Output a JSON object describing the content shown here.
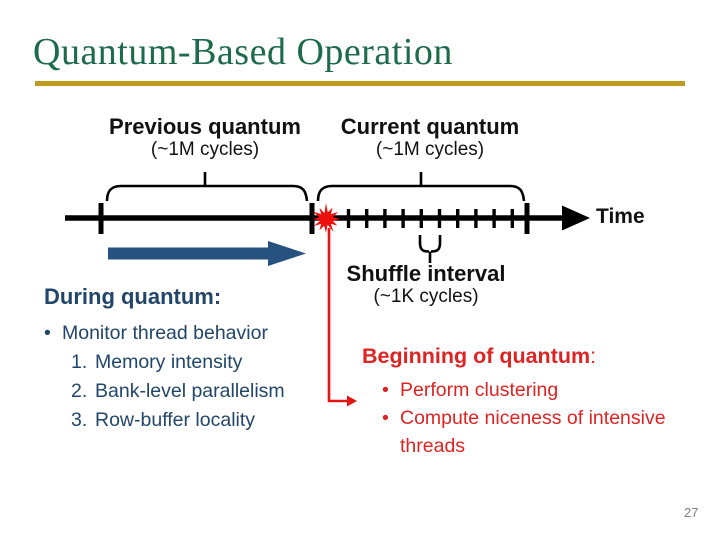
{
  "colors": {
    "title_green": "#1E6B4B",
    "underline_gold": "#C09A1E",
    "ink": "#111111",
    "navy": "#214669",
    "arrow_blue": "#27517E",
    "red": "#DD2423",
    "bright_red": "#EE0F0F",
    "connector_red": "#E31414",
    "page_gray": "#7F7F7F"
  },
  "title": "Quantum-Based Operation",
  "timeline": {
    "previous": {
      "label": "Previous quantum",
      "sub": "(~1M cycles)"
    },
    "current": {
      "label": "Current quantum",
      "sub": "(~1M cycles)"
    },
    "time_label": "Time",
    "icons": {
      "event_marker": "starburst-icon",
      "axis": "time-axis-arrow"
    }
  },
  "during": {
    "heading": "During quantum:",
    "items": [
      {
        "marker": "•",
        "text": "Monitor thread behavior"
      },
      {
        "marker": "1.",
        "text": "Memory intensity"
      },
      {
        "marker": "2.",
        "text": "Bank-level parallelism"
      },
      {
        "marker": "3.",
        "text": "Row-buffer locality"
      }
    ]
  },
  "shuffle": {
    "label": "Shuffle interval",
    "sub": "(~1K cycles)"
  },
  "beginning": {
    "heading": "Beginning of quantum",
    "colon": ":",
    "items": [
      {
        "marker": "•",
        "text": "Perform clustering"
      },
      {
        "marker": "•",
        "text": "Compute niceness of intensive threads"
      }
    ]
  },
  "page_number": "27"
}
